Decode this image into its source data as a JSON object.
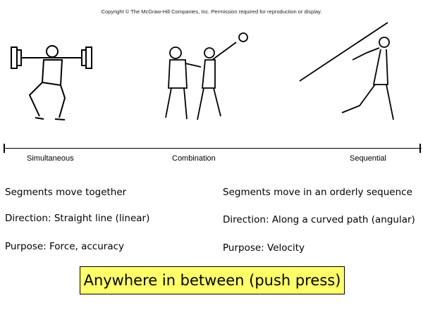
{
  "copyright": "Copyright © The McGraw-Hill Companies, Inc. Permission required for reproduction or display.",
  "continuum": {
    "left": "Simultaneous",
    "middle": "Combination",
    "right": "Sequential"
  },
  "figures": {
    "left": "weightlifter-squat",
    "middle": "shot-put-coaching",
    "right": "javelin-thrower"
  },
  "left_column": [
    "Segments move together",
    "Direction: Straight line (linear)",
    "Purpose: Force, accuracy"
  ],
  "right_column": [
    "Segments move in an orderly sequence",
    "Direction: Along a curved path (angular)",
    "Purpose: Velocity"
  ],
  "callout": {
    "text": "Anywhere in between (push press)",
    "color": "#ffff66"
  }
}
